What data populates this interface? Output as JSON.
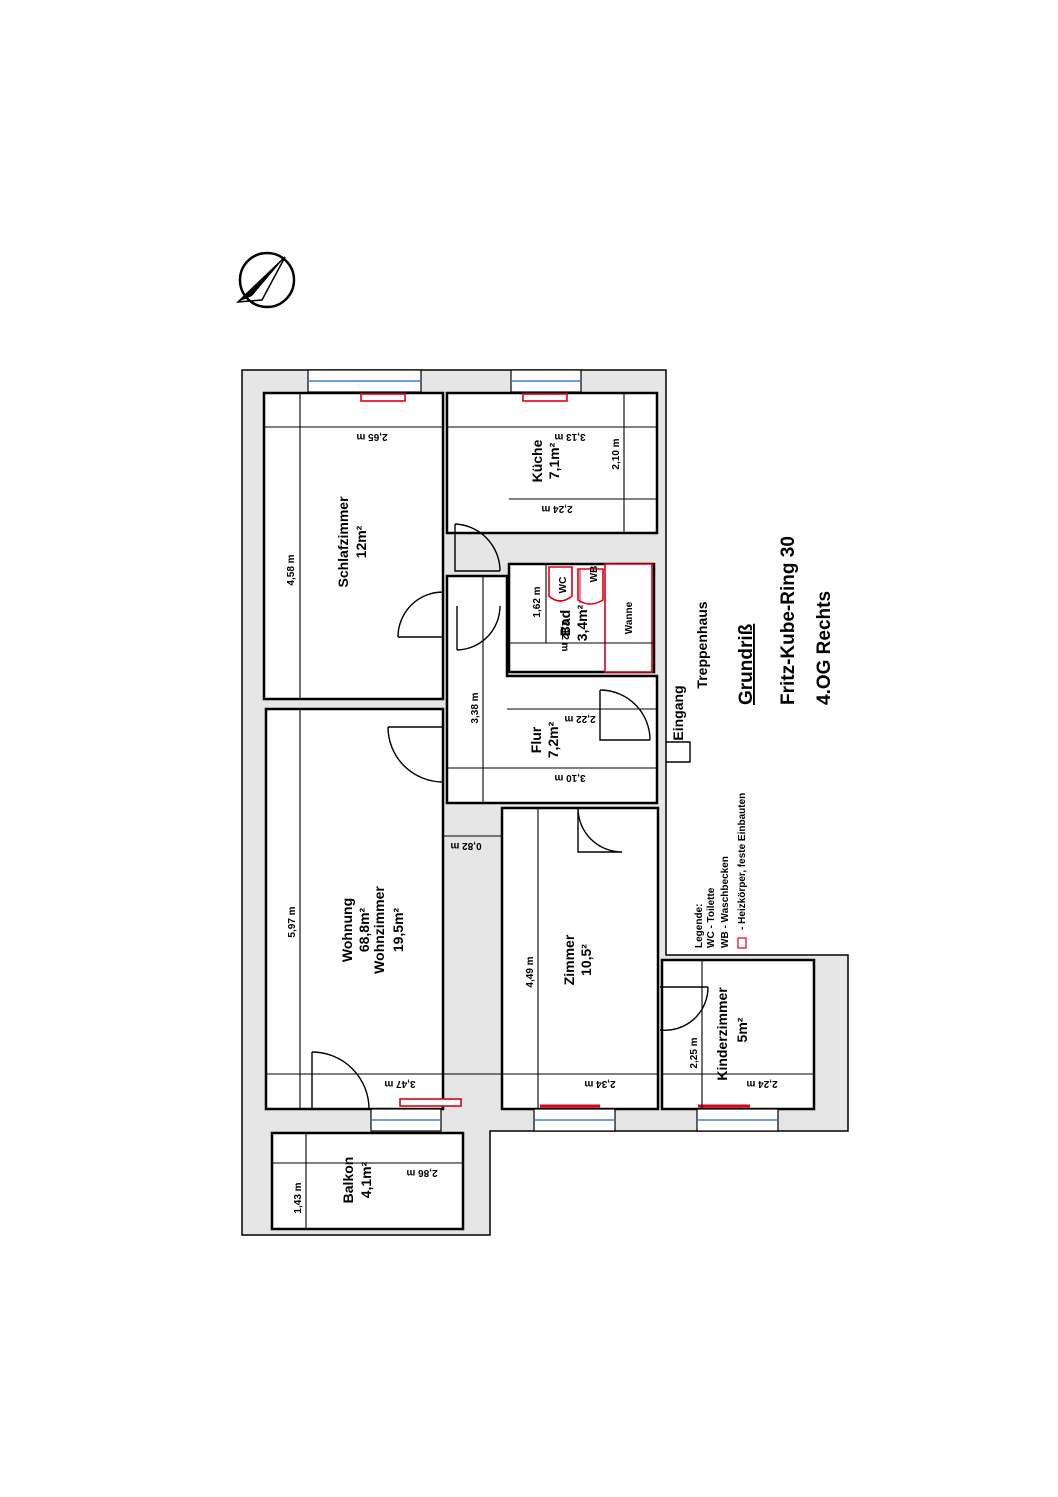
{
  "title": {
    "heading": "Grundriß",
    "address": "Fritz-Kube-Ring 30",
    "floor": "4.OG Rechts"
  },
  "labels": {
    "treppenhaus": "Treppenhaus",
    "eingang": "Eingang"
  },
  "rooms": {
    "schlafzimmer": {
      "name": "Schlafzimmer",
      "area": "12m²"
    },
    "kueche": {
      "name": "Küche",
      "area": "7,1m²"
    },
    "bad": {
      "name": "Bad",
      "area": "3,4m²"
    },
    "flur": {
      "name": "Flur",
      "area": "7,2m²"
    },
    "wohnzimmer": {
      "line1": "Wohnung",
      "line2": "68,8m²",
      "line3": "Wohnzimmer",
      "line4": "19,5m²"
    },
    "zimmer": {
      "name": "Zimmer",
      "area": "10,5²"
    },
    "kinderzimmer": {
      "name": "Kinderzimmer",
      "area": "5m²"
    },
    "balkon": {
      "name": "Balkon",
      "area": "4,1m²"
    }
  },
  "fixtures": {
    "wc": "WC",
    "wb": "WB",
    "wanne": "Wanne"
  },
  "dimensions": {
    "schlaf_w": "2,65 m",
    "schlaf_h": "4,58 m",
    "kueche_w": "3,13 m",
    "kueche_h": "2,10 m",
    "kueche_w2": "2,24 m",
    "bad_h": "1,62 m",
    "bad_w": "2,12 m",
    "flur_w1": "2,22 m",
    "flur_h": "3,38 m",
    "flur_w2": "3,10 m",
    "gap": "0,82 m",
    "wohn_h": "5,97 m",
    "wohn_w": "3,47 m",
    "zimmer_h": "4,49 m",
    "zimmer_w": "2,34 m",
    "kinder_h": "2,25 m",
    "kinder_w": "2,24 m",
    "balkon_h": "1,43 m",
    "balkon_w": "2,86 m"
  },
  "legend": {
    "title": "Legende:",
    "wc": "WC - Toilette",
    "wb": "WB - Waschbecken",
    "heiz": "- Heizkörper, feste Einbauten"
  },
  "colors": {
    "wall": "#e6e6e6",
    "fixture_red": "#e0001b",
    "window_blue": "#3b82c4"
  },
  "icons": {
    "compass": "north-arrow-icon"
  }
}
